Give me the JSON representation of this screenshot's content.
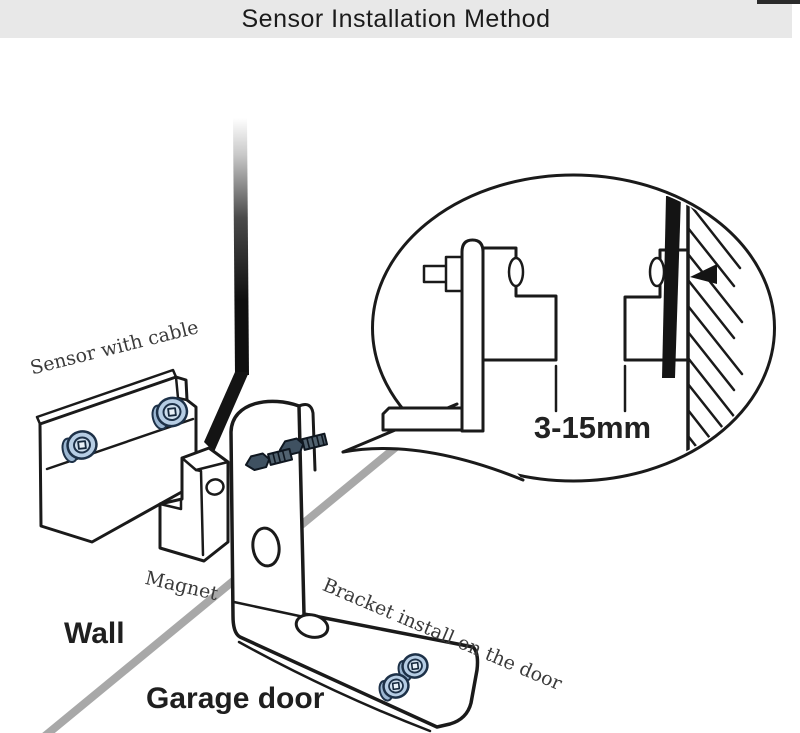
{
  "title": "Sensor Installation Method",
  "callout": {
    "dimension": "3-15mm"
  },
  "labels": {
    "sensor": "Sensor with cable",
    "magnet": "Magnet",
    "bracket": "Bracket install on the door",
    "wall": "Wall",
    "garage_door": "Garage door"
  },
  "colors": {
    "title_band": "#e8e8e8",
    "line_art": "#1a1a1a",
    "wall_edge_gray": "#a8a8a8",
    "screw_blue": "#b6cde4",
    "screw_dark": "#3f5161",
    "cable_black": "#141414"
  }
}
